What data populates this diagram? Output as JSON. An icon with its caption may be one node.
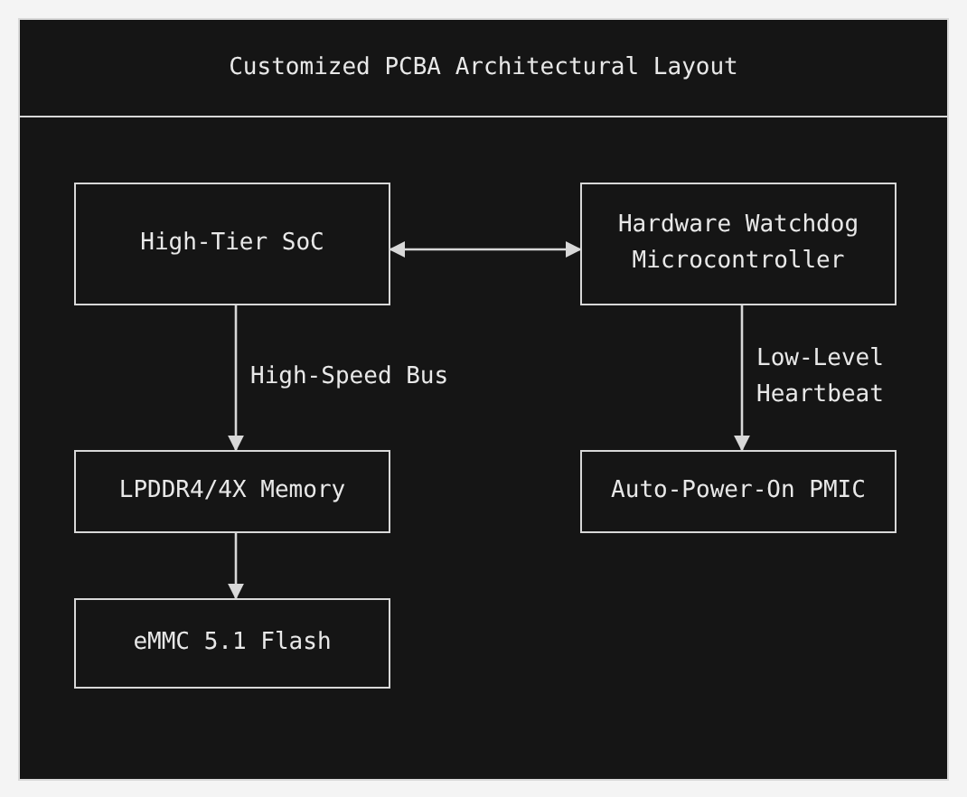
{
  "diagram": {
    "title": "Customized PCBA Architectural Layout",
    "nodes": [
      {
        "text": [
          "High-Tier SoC"
        ]
      },
      {
        "text": [
          "Hardware Watchdog Microcontroller"
        ]
      },
      {
        "text": [
          "LPDDR4/4X Memory"
        ]
      },
      {
        "text": [
          "Auto-Power-On PMIC"
        ]
      },
      {
        "text": [
          "eMMC 5.1 Flash"
        ]
      }
    ],
    "edges": [
      {
        "from": 0,
        "to": 1,
        "arrow": "both"
      },
      {
        "from": 0,
        "to": 2,
        "arrow": "to",
        "label": "High-Speed Bus"
      },
      {
        "from": 1,
        "to": 3,
        "arrow": "to",
        "label": "Low-Level Heartbeat"
      },
      {
        "from": 2,
        "to": 4,
        "arrow": "to"
      }
    ]
  }
}
